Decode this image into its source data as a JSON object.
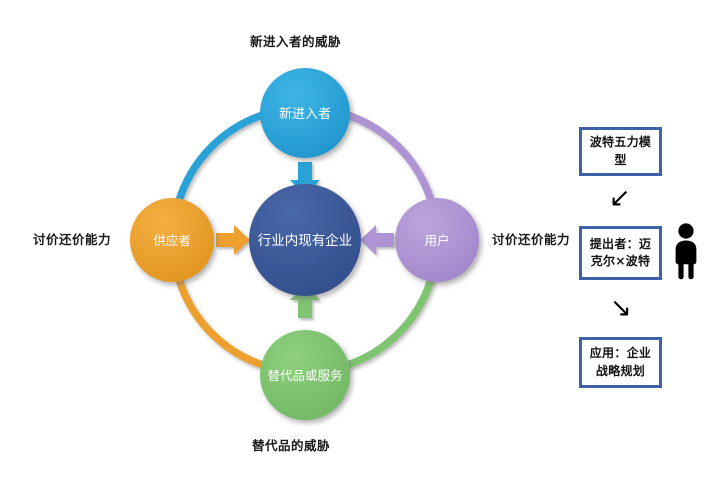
{
  "diagram": {
    "title": "波特五力模型",
    "center": {
      "label": "行业内现有企业",
      "color": "#3B5998"
    },
    "forces": [
      {
        "id": "new-entrants",
        "node_label": "新进入者",
        "outer_label": "新进入者的威胁",
        "color": "#2BA2D8",
        "position": "top"
      },
      {
        "id": "suppliers",
        "node_label": "供应者",
        "outer_label": "讨价还价能力",
        "color": "#EDA02E",
        "position": "left"
      },
      {
        "id": "buyers",
        "node_label": "用户",
        "outer_label": "讨价还价能力",
        "color": "#AE94D4",
        "position": "right"
      },
      {
        "id": "substitutes",
        "node_label": "替代品或服务",
        "outer_label": "替代品的威胁",
        "color": "#7FC470",
        "position": "bottom"
      }
    ],
    "ring_arcs": [
      {
        "id": "arc-top-left",
        "color": "#2BA2D8",
        "from": "suppliers",
        "to": "new-entrants"
      },
      {
        "id": "arc-top-right",
        "color": "#AE94D4",
        "from": "new-entrants",
        "to": "buyers"
      },
      {
        "id": "arc-bottom-right",
        "color": "#7FC470",
        "from": "buyers",
        "to": "substitutes"
      },
      {
        "id": "arc-bottom-left",
        "color": "#EDA02E",
        "from": "substitutes",
        "to": "suppliers"
      }
    ],
    "arrows": [
      {
        "id": "arrow-new-entrants-to-center",
        "direction": "down",
        "color": "#2BA2D8"
      },
      {
        "id": "arrow-suppliers-to-center",
        "direction": "right",
        "color": "#EDA02E"
      },
      {
        "id": "arrow-buyers-to-center",
        "direction": "left",
        "color": "#AE94D4"
      },
      {
        "id": "arrow-substitutes-to-center",
        "direction": "up",
        "color": "#7FC470"
      }
    ]
  },
  "sidebar": {
    "boxes": [
      {
        "id": "model-name",
        "text": "波特五力模型"
      },
      {
        "id": "author",
        "text": "提出者：迈克尔×波特"
      },
      {
        "id": "application",
        "text": "应用：企业战略规划"
      }
    ],
    "arrows": [
      {
        "id": "arrow-model-to-author",
        "glyph": "↙",
        "direction": "down-left"
      },
      {
        "id": "arrow-author-to-application",
        "glyph": "↘",
        "direction": "down-right"
      }
    ],
    "person_icon": "person-icon",
    "border_color": "#3D62A8"
  }
}
